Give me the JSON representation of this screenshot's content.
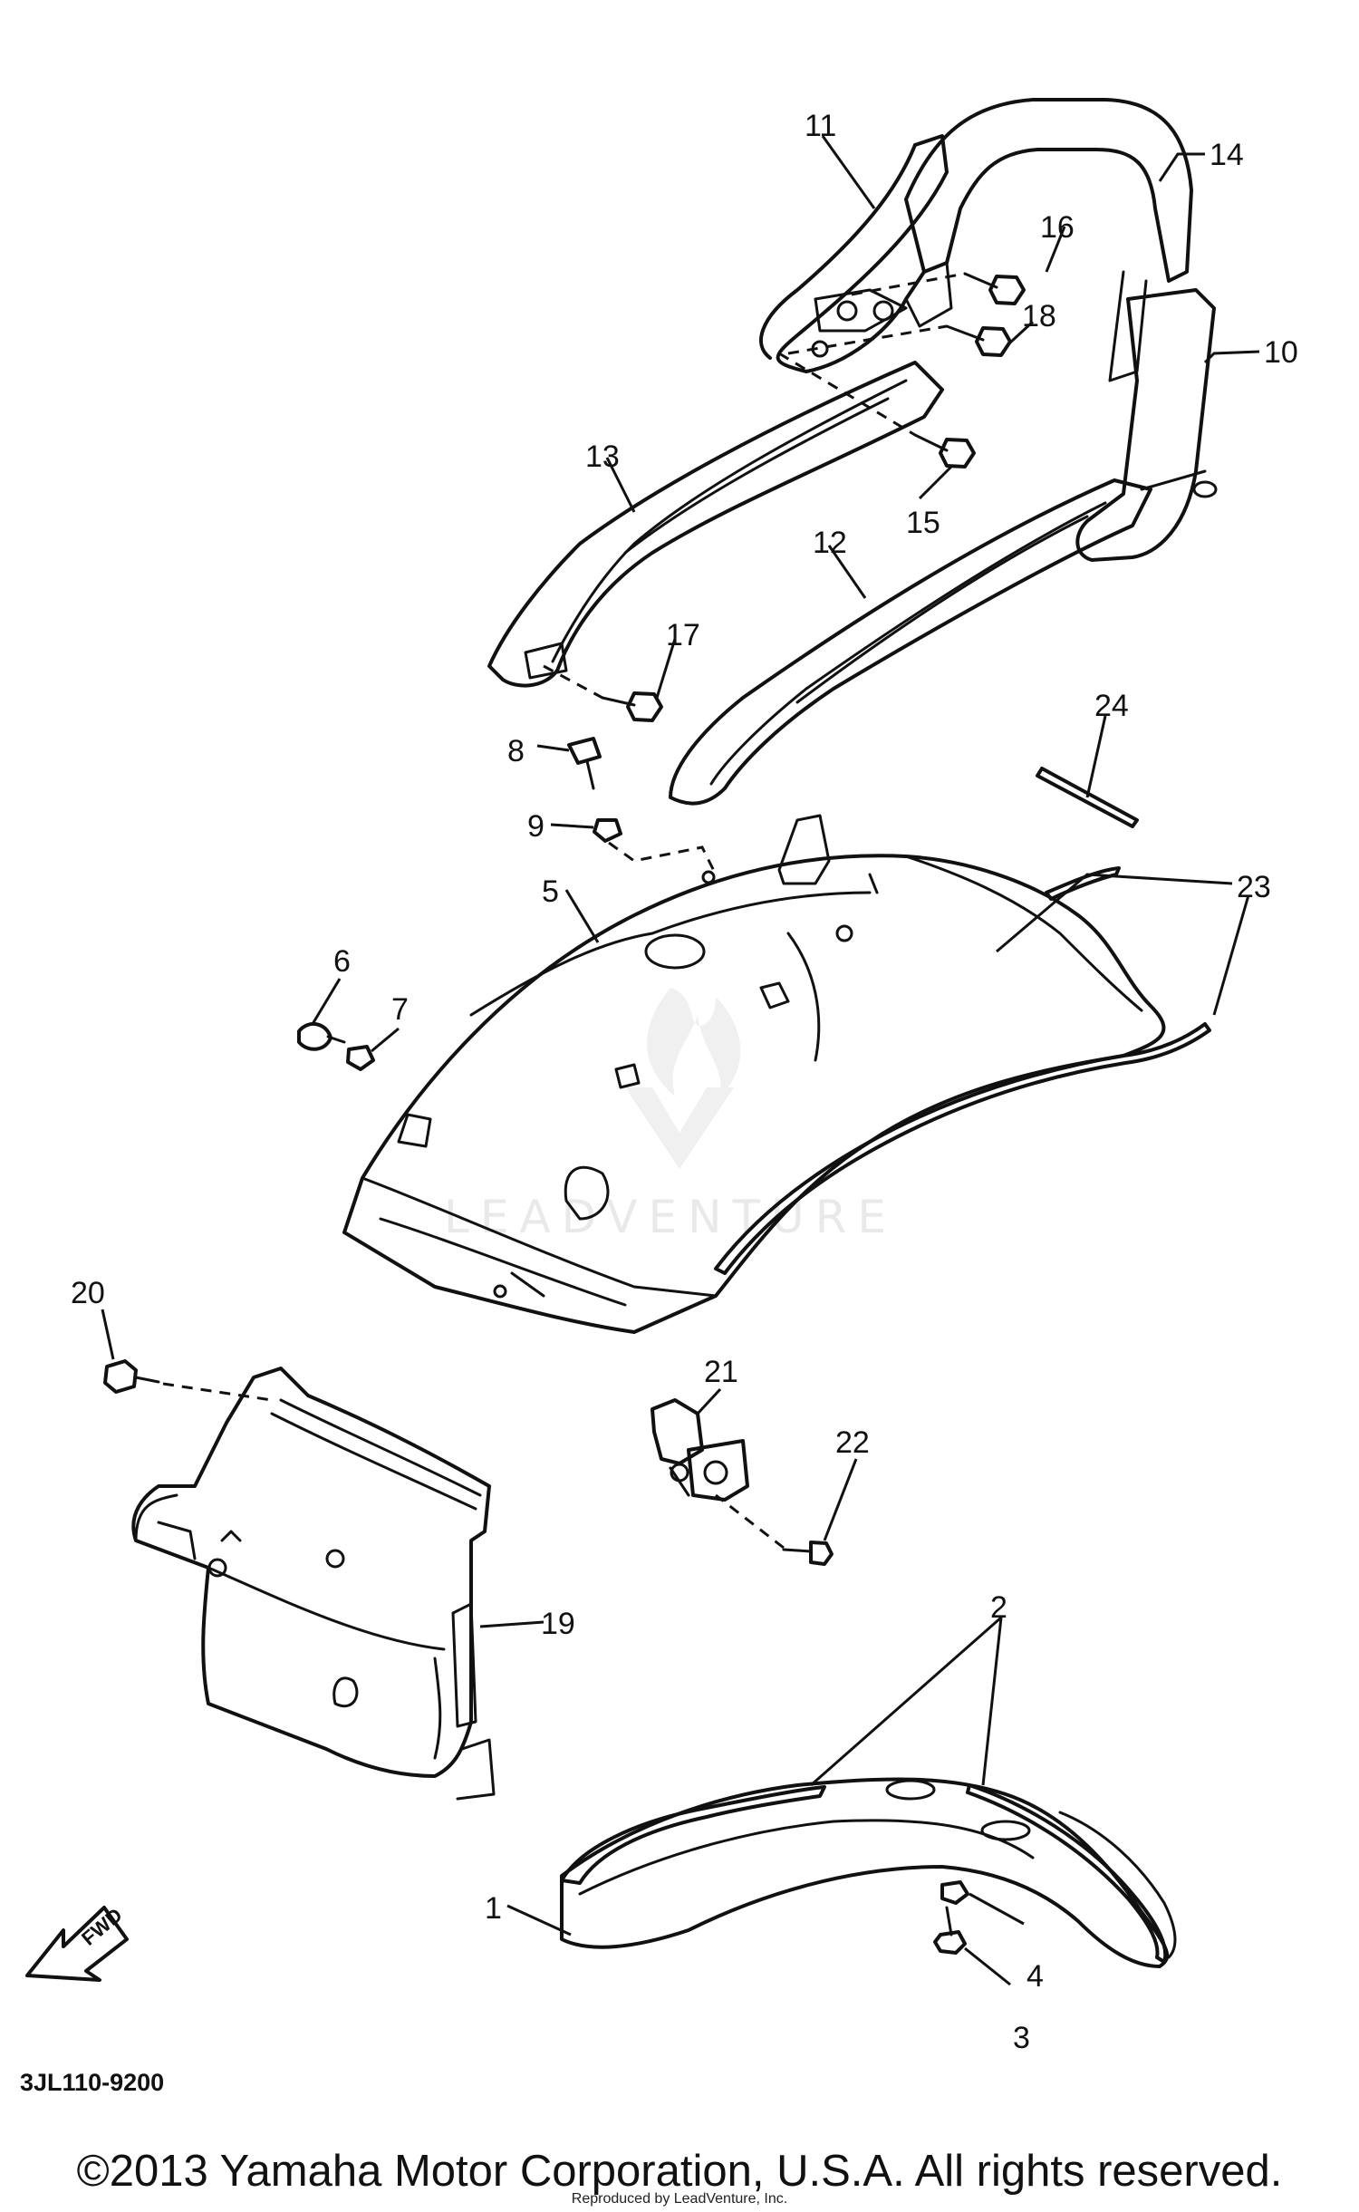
{
  "diagram": {
    "callouts": [
      "1",
      "2",
      "3",
      "4",
      "5",
      "6",
      "7",
      "8",
      "9",
      "10",
      "11",
      "12",
      "13",
      "14",
      "15",
      "16",
      "17",
      "18",
      "19",
      "20",
      "21",
      "22",
      "23",
      "24"
    ],
    "diagram_code": "3JL110-9200",
    "fwd_label": "FWD",
    "watermark_text": "LEADVENTURE",
    "copyright": "©2013 Yamaha Motor Corporation, U.S.A. All rights reserved.",
    "sub_label": "Reproduced by LeadVenture, Inc."
  }
}
